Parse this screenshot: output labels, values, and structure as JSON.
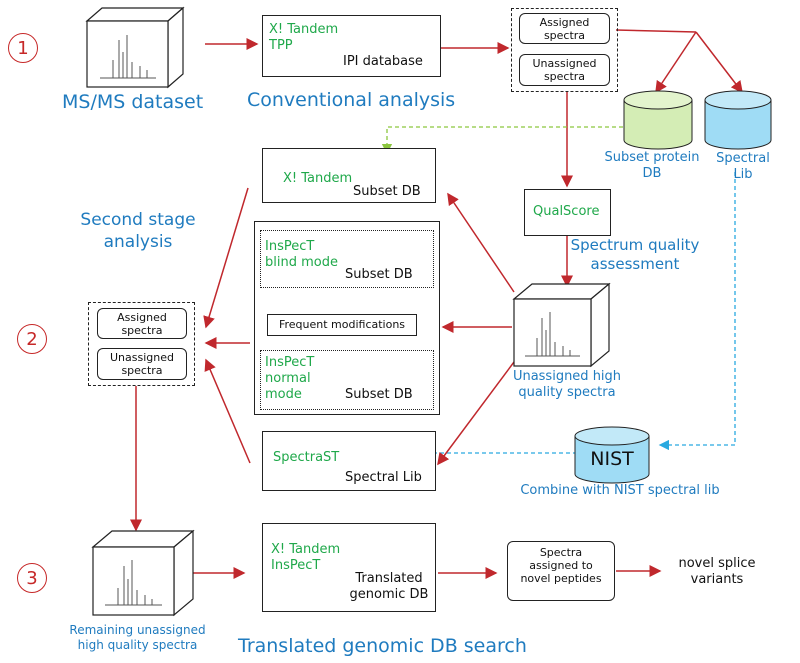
{
  "stages": {
    "s1": "1",
    "s2": "2",
    "s3": "3"
  },
  "row1": {
    "dataset_label": "MS/MS dataset",
    "conv_tools": "X! Tandem\nTPP",
    "conv_db": "IPI database",
    "conv_label": "Conventional analysis",
    "assigned": "Assigned spectra",
    "unassigned": "Unassigned spectra",
    "subset_db_cyl": "Subset protein DB",
    "spectral_lib_cyl": "Spectral Lib"
  },
  "row2": {
    "second_stage": "Second stage\nanalysis",
    "xt_tool": "X! Tandem",
    "xt_db": "Subset DB",
    "qualscore": "QualScore",
    "qual_label": "Spectrum quality\nassessment",
    "inspect_blind": "InsPecT\nblind mode",
    "blind_db": "Subset DB",
    "freq_mod": "Frequent modifications",
    "inspect_normal": "InsPecT\nnormal\nmode",
    "normal_db": "Subset DB",
    "spectrast": "SpectraST",
    "spectrast_db": "Spectral Lib",
    "assigned": "Assigned spectra",
    "unassigned": "Unassigned spectra",
    "unassigned_hq": "Unassigned high\nquality spectra",
    "nist": "NIST",
    "nist_label": "Combine with  NIST spectral lib"
  },
  "row3": {
    "remaining": "Remaining unassigned\nhigh quality spectra",
    "tools": "X! Tandem\nInsPecT",
    "db": "Translated\ngenomic DB",
    "result": "Spectra\nassigned to\nnovel peptides",
    "novel": "novel splice\nvariants",
    "label": "Translated genomic DB search"
  },
  "colors": {
    "arrow_red": "#c0282d",
    "arrow_green_dashed": "#8cc63f",
    "arrow_blue_dashed": "#29a9e0",
    "text_green": "#1fa84a",
    "text_blue": "#1f7bbf",
    "cyl_yellow": "#ffd77a",
    "cyl_green": "#d4edb5",
    "cyl_blue": "#9fdcf5",
    "cyl_purple": "#c7c3ec"
  }
}
